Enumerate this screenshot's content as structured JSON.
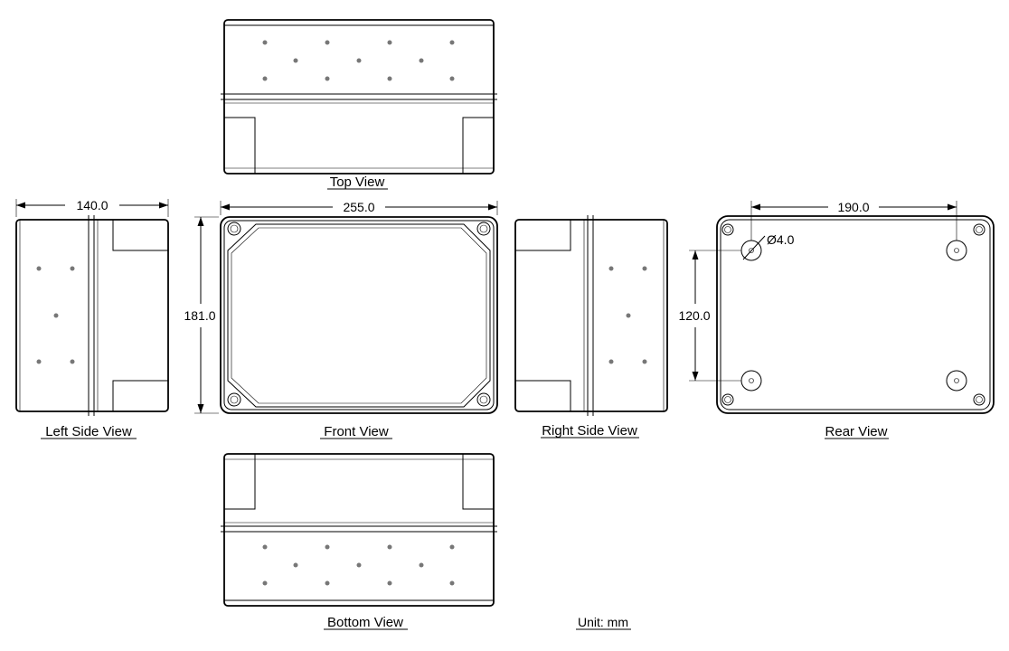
{
  "views": {
    "top": "Top View",
    "left": "Left Side View",
    "front": "Front View",
    "right": "Right Side View",
    "rear": "Rear View",
    "bottom": "Bottom View"
  },
  "unit": "Unit: mm",
  "dimensions": {
    "side_depth": "140.0",
    "front_width": "255.0",
    "front_height": "181.0",
    "rear_hole_spacing_x": "190.0",
    "rear_hole_spacing_y": "120.0",
    "rear_hole_diameter": "Ø4.0"
  }
}
